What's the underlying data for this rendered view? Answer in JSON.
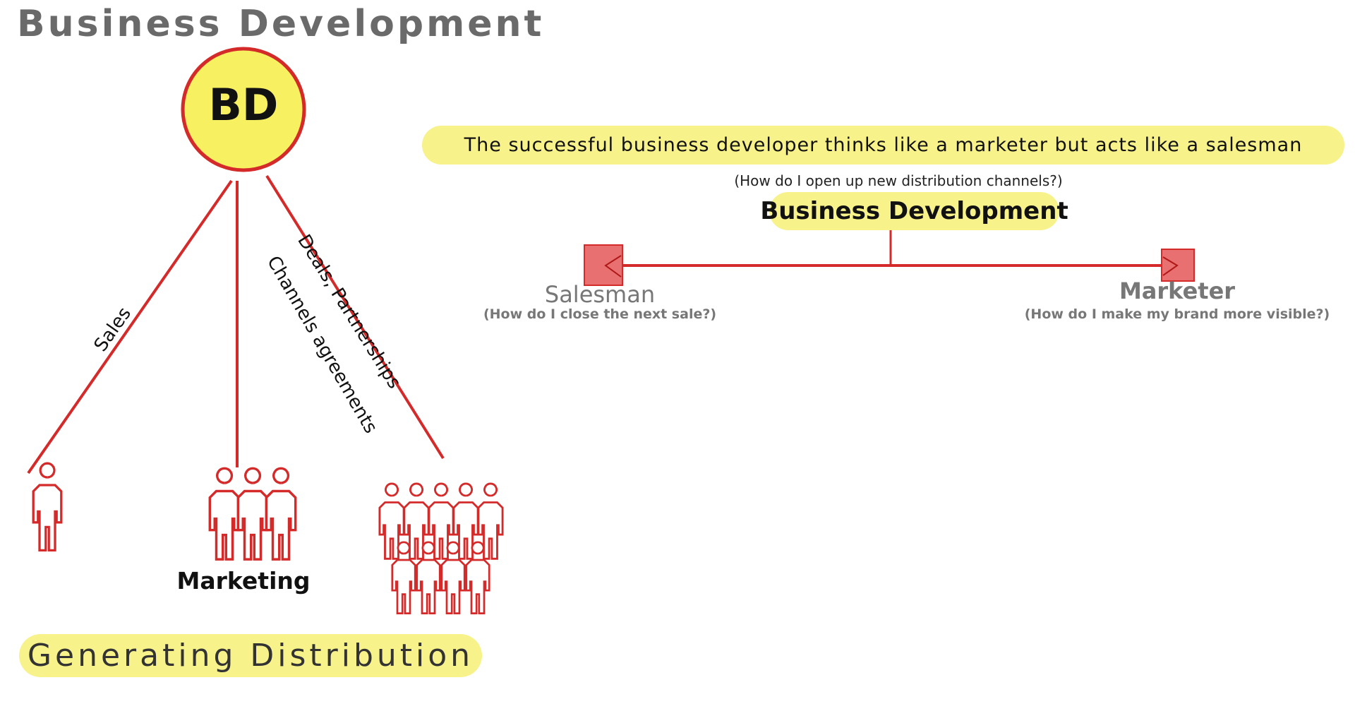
{
  "title": "Business Development",
  "hub": {
    "label": "BD"
  },
  "branches": {
    "sales": "Sales",
    "deals": "Deals, Partnerships",
    "channels": "Channels agreements"
  },
  "groups": {
    "marketing": "Marketing"
  },
  "footer": "Generating Distribution",
  "right": {
    "quote": "The successful business developer thinks like a marketer but acts like a salesman",
    "question": "(How do I open up new distribution channels?)",
    "center": "Business Development",
    "left_label": "Salesman",
    "left_question": "(How do I close the next sale?)",
    "right_label": "Marketer",
    "right_question": "(How do I make my brand more visible?)"
  },
  "colors": {
    "red": "#d42a2a",
    "yellow": "#f7f28a",
    "gray": "#6a6a6a"
  }
}
